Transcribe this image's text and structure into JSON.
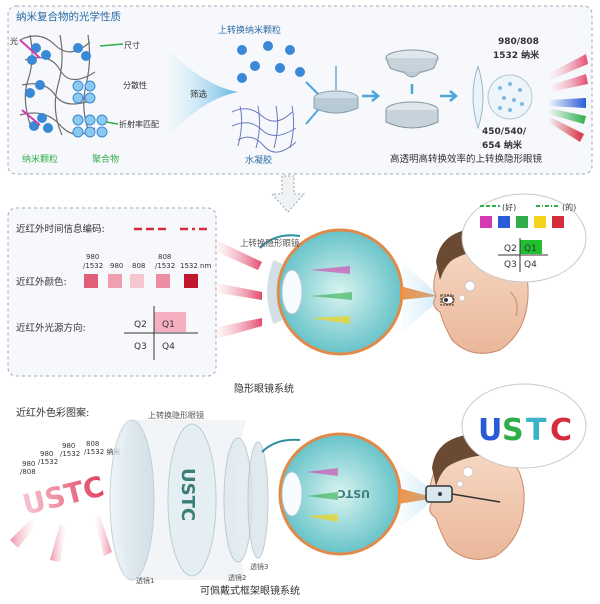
{
  "panel_top": {
    "title": "纳米复合物的光学性质",
    "label_light": "光",
    "label_size": "尺寸",
    "label_dispersion": "分散性",
    "label_index_match": "折射率匹配",
    "label_nanoparticle": "纳米颗粒",
    "label_polymer": "聚合物",
    "label_screening": "筛选",
    "label_ucnp": "上转换纳米颗粒",
    "label_hydrogel": "水凝胶",
    "label_input_wl_1": "980/808",
    "label_input_wl_2": "1532 纳米",
    "label_output_wl_1": "450/540/",
    "label_output_wl_2": "654 纳米",
    "label_lens_caption": "高透明高转换效率的上转换隐形眼镜"
  },
  "panel_info": {
    "time_coding": "近红外时间信息编码:",
    "color_label": "近红外颜色:",
    "color_wavelengths": [
      "980\n/1532",
      "980",
      "808",
      "808\n/1532",
      "1532 nm"
    ],
    "direction_label": "近红外光源方向:",
    "quadrants": [
      "Q2",
      "Q1",
      "Q3",
      "Q4"
    ]
  },
  "eye_top": {
    "lens_label": "上转换隐形眼镜",
    "system_caption": "隐形眼镜系统",
    "bubble_char_1": "(好)",
    "bubble_char_2": "(的)",
    "bubble_quadrants": [
      "Q2",
      "Q1",
      "Q3",
      "Q4"
    ]
  },
  "bottom": {
    "color_pattern_label": "近红外色彩图案:",
    "lens_label": "上转换隐形眼镜",
    "wl_labels": [
      "980\n/808",
      "980\n/1532",
      "980\n/1532",
      "808\n/1532 纳米"
    ],
    "usct_text": "USTC",
    "lens1": "透镜1",
    "lens2": "透镜2",
    "lens3": "透镜3",
    "system_caption": "可佩戴式框架眼镜系统",
    "bubble_letters": [
      "U",
      "S",
      "T",
      "C"
    ]
  },
  "colors": {
    "red": "#d62d3c",
    "blue": "#2a5bd7",
    "green": "#2fae4a",
    "yellow": "#f2d21b",
    "magenta": "#d63ab0",
    "q1_green": "#1fc22e",
    "pink": "#f3a4b5",
    "teal": "#3bb3c4"
  }
}
